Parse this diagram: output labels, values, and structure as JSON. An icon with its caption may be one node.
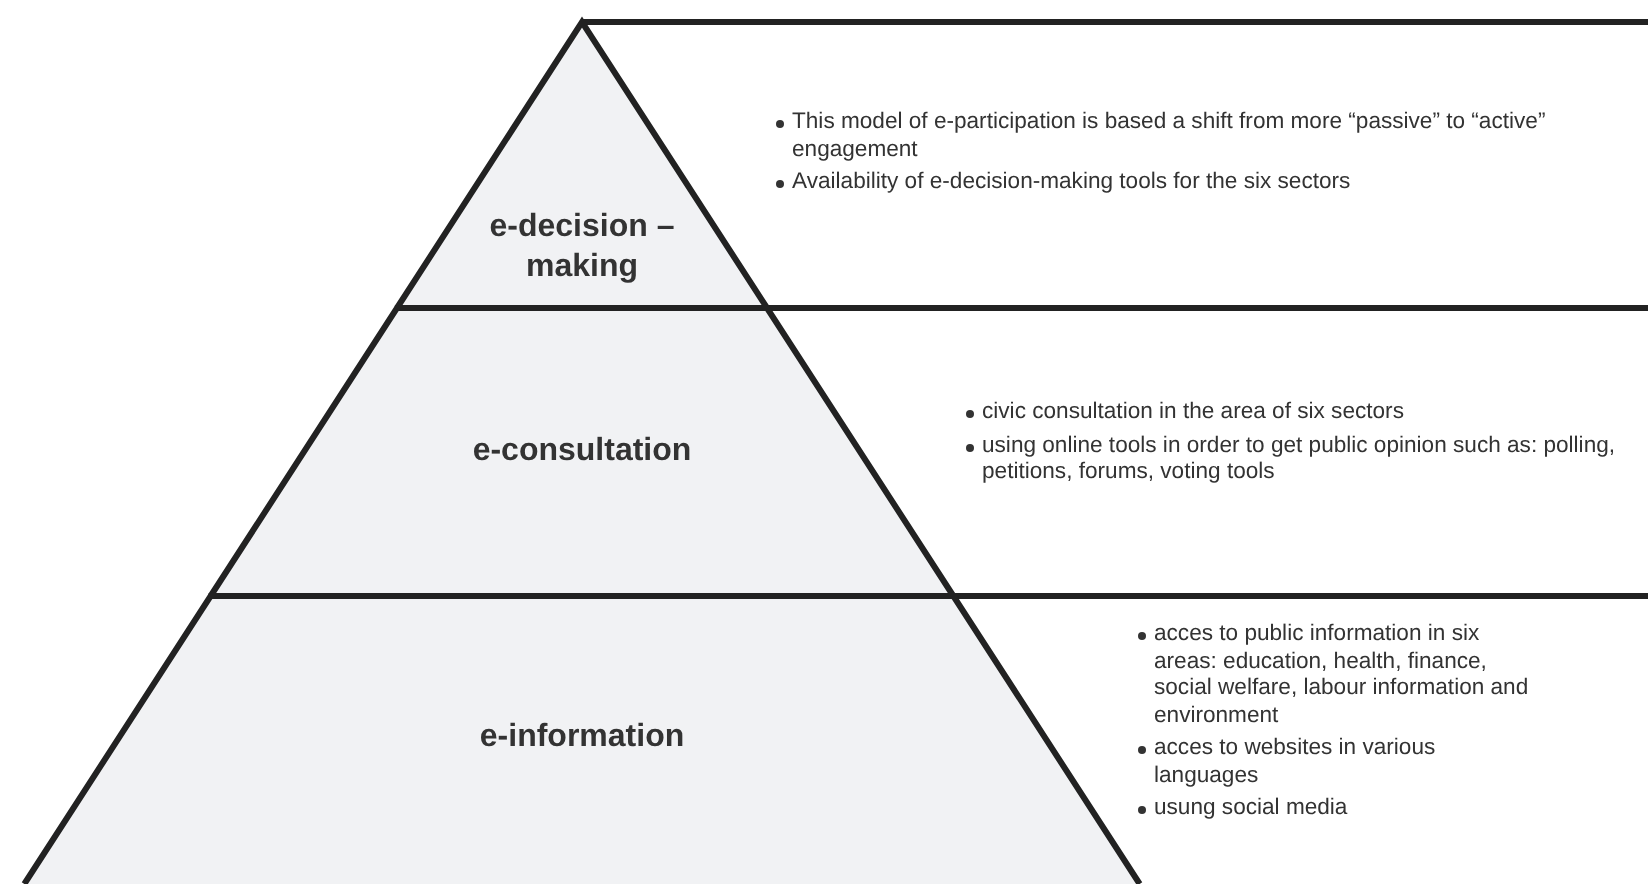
{
  "diagram": {
    "nodes": [
      {
        "text": [
          "e-decision – making"
        ],
        "beside": [
          "This model of e-participation is based a shift from more “passive” to “active” engagement",
          "Availability of e-decision-making tools for the six sectors"
        ]
      },
      {
        "text": [
          "e-consultation"
        ],
        "beside": [
          "civic consultation in the area of six sectors",
          "using online tools in order to get public opinion such as: polling, petitions, forums, voting tools"
        ]
      },
      {
        "text": [
          "e-information"
        ],
        "beside": [
          "acces to public information in six areas: education, health, finance, social welfare, labour information and environment",
          "acces to websites in various languages",
          "usung social media"
        ]
      }
    ]
  }
}
